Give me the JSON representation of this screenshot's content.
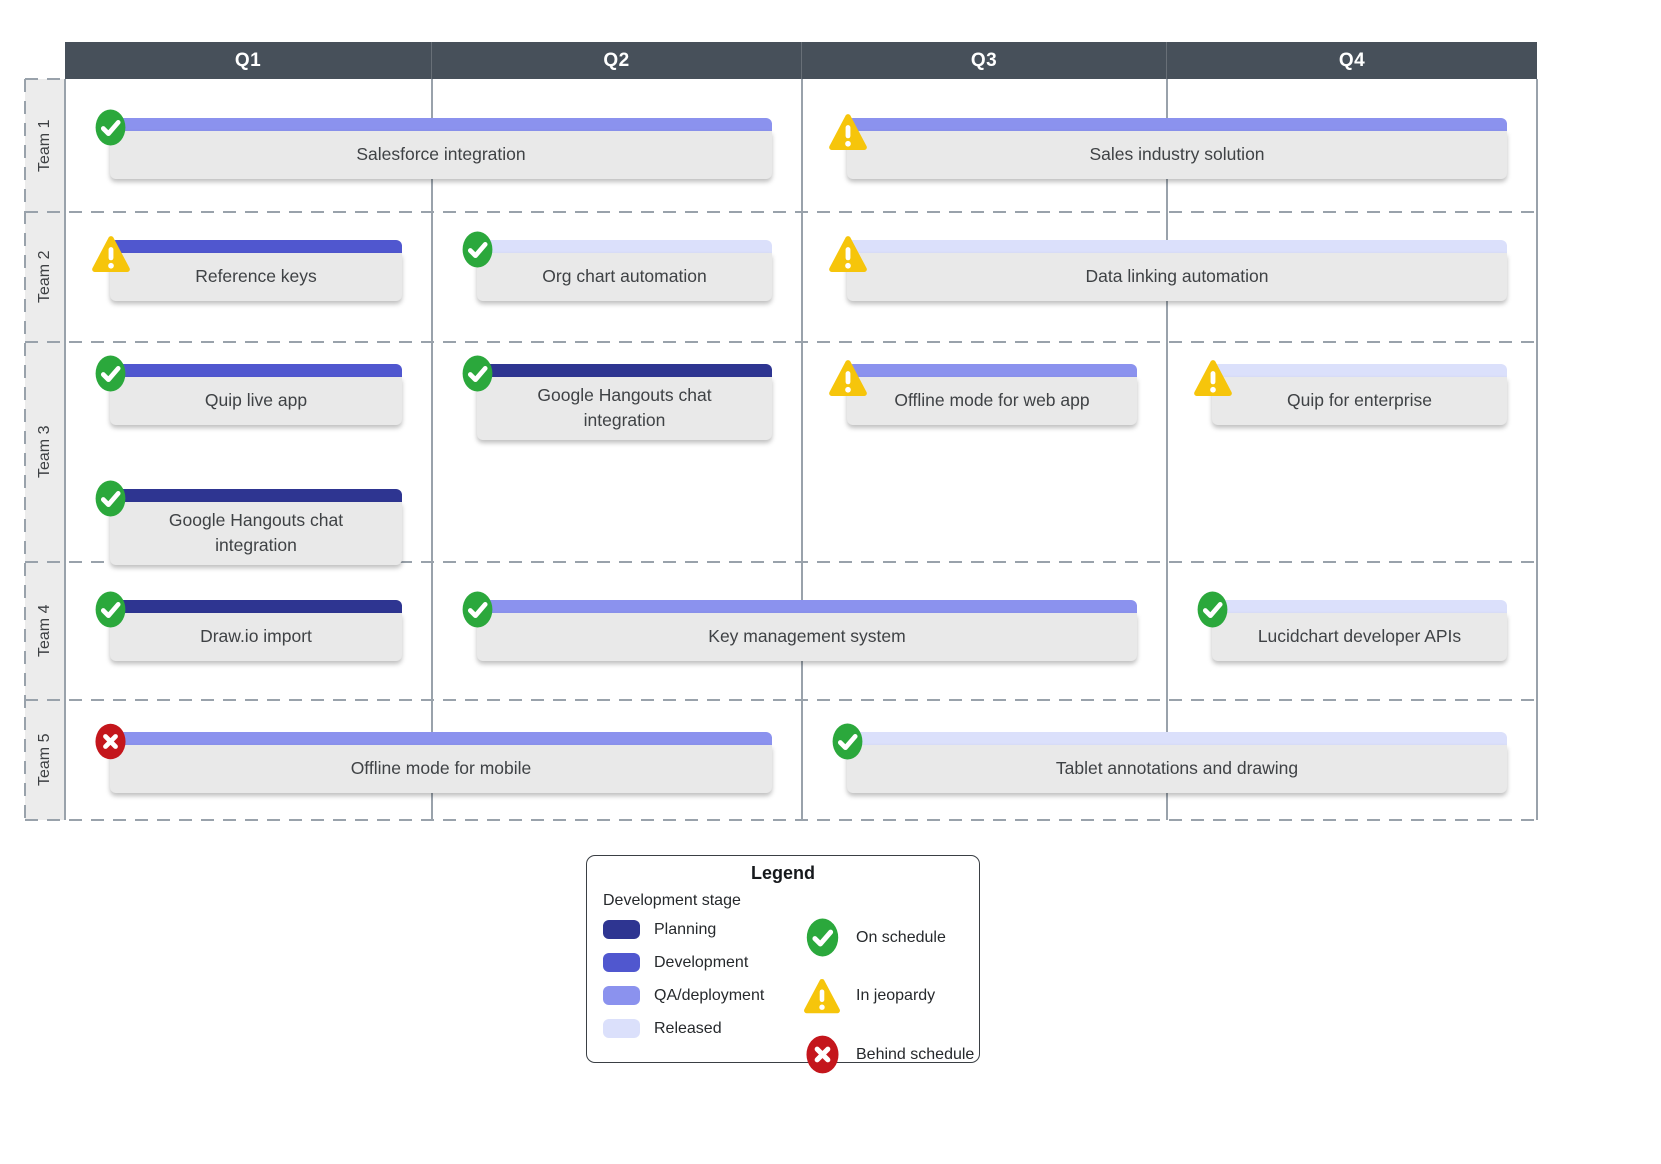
{
  "header": {
    "columns": [
      "Q1",
      "Q2",
      "Q3",
      "Q4"
    ]
  },
  "teams": [
    {
      "label": "Team 1",
      "tasks": [
        {
          "label": "Salesforce integration",
          "start": 1,
          "end": 2,
          "stage": "qa",
          "status": "on-schedule"
        },
        {
          "label": "Sales industry solution",
          "start": 3,
          "end": 4,
          "stage": "qa",
          "status": "in-jeopardy"
        }
      ]
    },
    {
      "label": "Team 2",
      "tasks": [
        {
          "label": "Reference keys",
          "start": 1,
          "end": 1,
          "stage": "development",
          "status": "in-jeopardy"
        },
        {
          "label": "Org chart automation",
          "start": 2,
          "end": 2,
          "stage": "released",
          "status": "on-schedule"
        },
        {
          "label": "Data linking automation",
          "start": 3,
          "end": 4,
          "stage": "released",
          "status": "in-jeopardy"
        }
      ]
    },
    {
      "label": "Team 3",
      "tasks": [
        {
          "label": "Quip live app",
          "start": 1,
          "end": 1,
          "stage": "development",
          "status": "on-schedule"
        },
        {
          "label": "Google Hangouts chat integration",
          "start": 2,
          "end": 2,
          "stage": "planning",
          "status": "on-schedule"
        },
        {
          "label": "Offline mode for web app",
          "start": 3,
          "end": 3,
          "stage": "qa",
          "status": "in-jeopardy"
        },
        {
          "label": "Quip for enterprise",
          "start": 4,
          "end": 4,
          "stage": "released",
          "status": "in-jeopardy"
        },
        {
          "label": "Google Hangouts chat integration",
          "start": 1,
          "end": 1,
          "stage": "planning",
          "status": "on-schedule",
          "lane": 1
        }
      ]
    },
    {
      "label": "Team 4",
      "tasks": [
        {
          "label": "Draw.io import",
          "start": 1,
          "end": 1,
          "stage": "planning",
          "status": "on-schedule"
        },
        {
          "label": "Key management system",
          "start": 2,
          "end": 3,
          "stage": "qa",
          "status": "on-schedule"
        },
        {
          "label": "Lucidchart developer APIs",
          "start": 4,
          "end": 4,
          "stage": "released",
          "status": "on-schedule"
        }
      ]
    },
    {
      "label": "Team 5",
      "tasks": [
        {
          "label": "Offline mode for mobile",
          "start": 1,
          "end": 2,
          "stage": "qa",
          "status": "behind-schedule"
        },
        {
          "label": "Tablet annotations and drawing",
          "start": 3,
          "end": 4,
          "stage": "released",
          "status": "on-schedule"
        }
      ]
    }
  ],
  "legend": {
    "title": "Legend",
    "subtitle": "Development stage",
    "stages": [
      {
        "key": "planning",
        "label": "Planning",
        "color": "#2e3591"
      },
      {
        "key": "development",
        "label": "Development",
        "color": "#5057cf"
      },
      {
        "key": "qa",
        "label": "QA/deployment",
        "color": "#8b92ee"
      },
      {
        "key": "released",
        "label": "Released",
        "color": "#dbe0fb"
      }
    ],
    "statuses": [
      {
        "key": "on-schedule",
        "label": "On schedule",
        "icon": "check-circle",
        "color": "#2ba83c"
      },
      {
        "key": "in-jeopardy",
        "label": "In jeopardy",
        "icon": "warning-triangle",
        "color": "#f6c50b"
      },
      {
        "key": "behind-schedule",
        "label": "Behind schedule",
        "icon": "x-circle",
        "color": "#c4161c"
      }
    ]
  },
  "colors": {
    "header_bg": "#47505a",
    "header_text": "#ffffff",
    "grid_line": "#99a2ab",
    "team_strip_bg": "#ececec",
    "task_body": "#e9e9e9",
    "task_text": "#3f4245"
  }
}
